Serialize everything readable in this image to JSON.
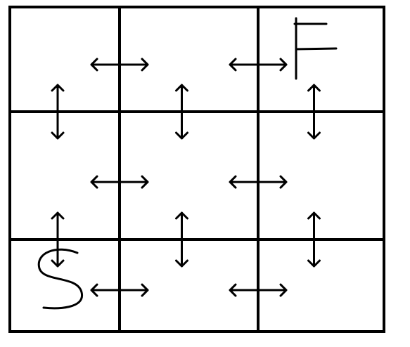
{
  "labels": {
    "start": "S",
    "finish": "F"
  },
  "grid": {
    "rows": 3,
    "cols": 3
  },
  "connections": {
    "horizontal": [
      {
        "row": 0,
        "between": [
          0,
          1
        ]
      },
      {
        "row": 0,
        "between": [
          1,
          2
        ]
      },
      {
        "row": 1,
        "between": [
          0,
          1
        ]
      },
      {
        "row": 1,
        "between": [
          1,
          2
        ]
      },
      {
        "row": 2,
        "between": [
          0,
          1
        ]
      },
      {
        "row": 2,
        "between": [
          1,
          2
        ]
      }
    ],
    "vertical": [
      {
        "col": 0,
        "between": [
          0,
          1
        ]
      },
      {
        "col": 1,
        "between": [
          0,
          1
        ]
      },
      {
        "col": 2,
        "between": [
          0,
          1
        ]
      },
      {
        "col": 0,
        "between": [
          1,
          2
        ]
      },
      {
        "col": 1,
        "between": [
          1,
          2
        ]
      },
      {
        "col": 2,
        "between": [
          1,
          2
        ]
      }
    ]
  },
  "colors": {
    "ink": "#000000",
    "background": "#ffffff"
  }
}
